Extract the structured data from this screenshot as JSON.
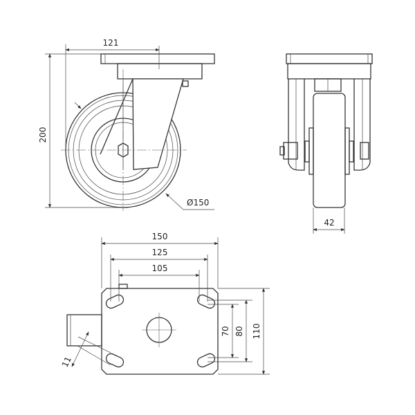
{
  "front_view": {
    "width_label": "121",
    "height_label": "200",
    "diameter_label": "Ø150"
  },
  "side_view": {
    "wheel_width_label": "42"
  },
  "plate_view": {
    "width_150": "150",
    "width_125": "125",
    "width_105": "105",
    "height_70": "70",
    "height_80": "80",
    "height_110": "110",
    "slot_label": "11"
  }
}
